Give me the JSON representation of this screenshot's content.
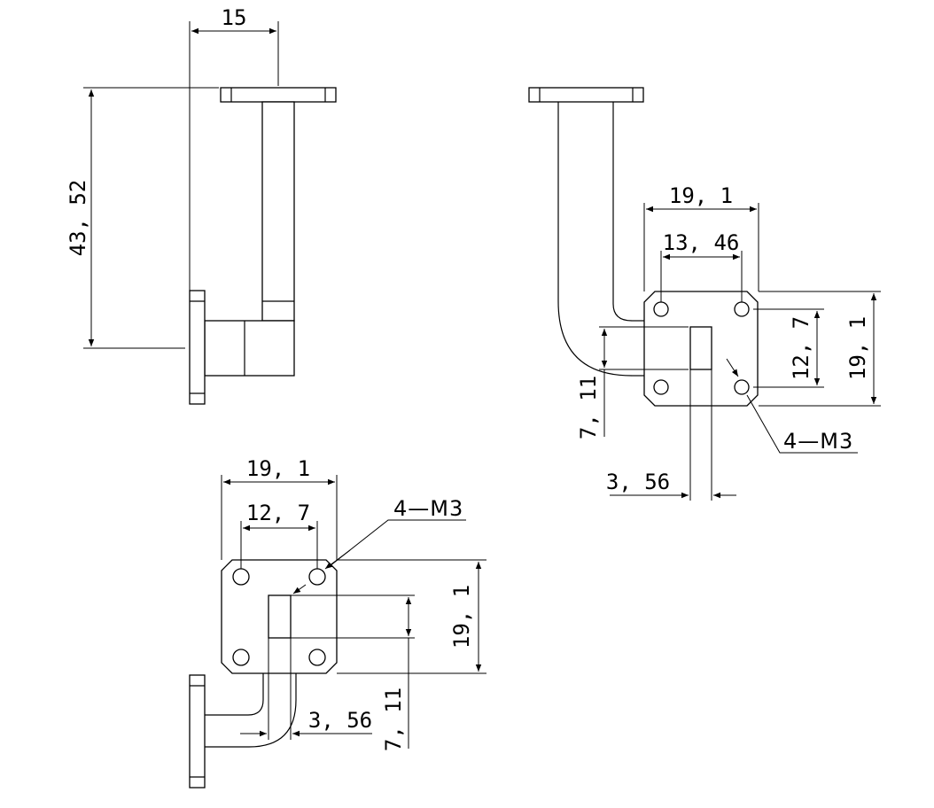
{
  "front_view": {
    "dims": {
      "width_15": "15",
      "height_43_52": "43, 52"
    }
  },
  "top_right_view": {
    "dims": {
      "flange_width": "19, 1",
      "hole_spacing_x": "13, 46",
      "hole_spacing_y": "12, 7",
      "flange_height": "19, 1",
      "guide_height": "7, 11",
      "guide_width": "3, 56"
    },
    "thread_label": "4—M3"
  },
  "bottom_view": {
    "dims": {
      "flange_width": "19, 1",
      "hole_spacing": "12, 7",
      "flange_height": "19, 1",
      "guide_width": "3, 56",
      "guide_height": "7, 11"
    },
    "thread_label": "4—M3"
  }
}
